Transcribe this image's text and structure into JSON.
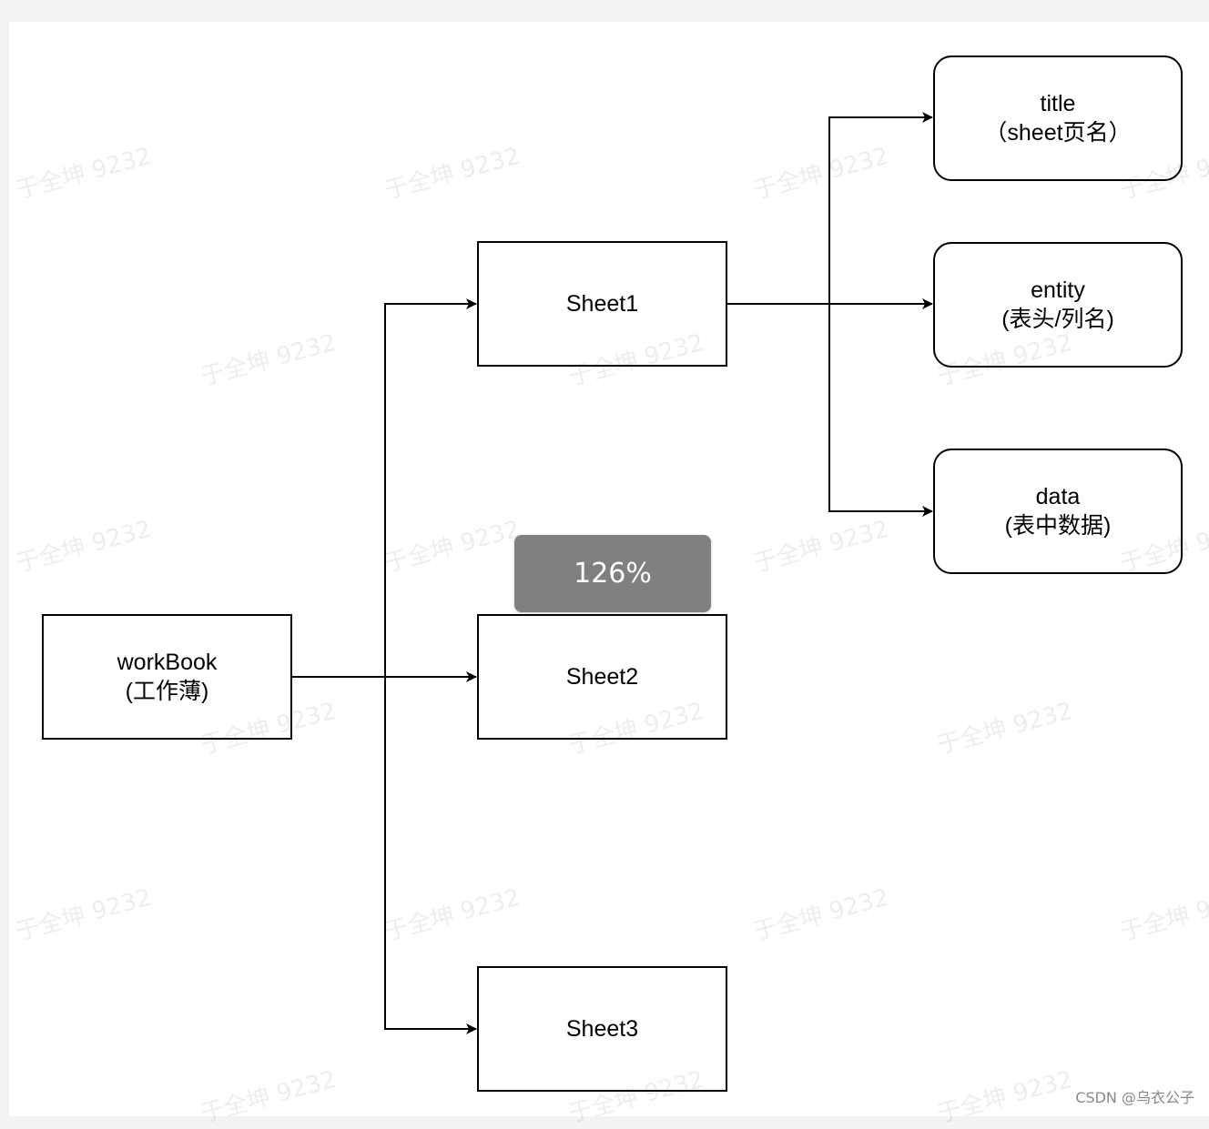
{
  "nodes": {
    "workbook": {
      "line1": "workBook",
      "line2": "(工作薄)"
    },
    "sheet1": {
      "label": "Sheet1"
    },
    "sheet2": {
      "label": "Sheet2"
    },
    "sheet3": {
      "label": "Sheet3"
    },
    "title": {
      "line1": "title",
      "line2": "（sheet页名）"
    },
    "entity": {
      "line1": "entity",
      "line2": "(表头/列名)"
    },
    "data": {
      "line1": "data",
      "line2": "(表中数据)"
    }
  },
  "zoom": {
    "label": "126%"
  },
  "watermark": {
    "text": "于全坤 9232"
  },
  "credit": {
    "text": "CSDN @乌衣公子"
  }
}
